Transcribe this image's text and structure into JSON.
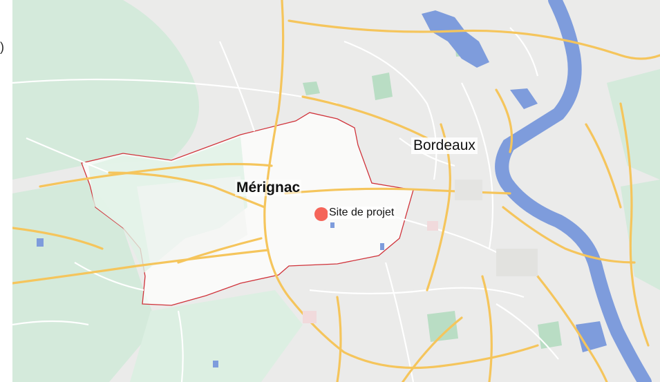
{
  "map": {
    "labels": {
      "merignac": "Mérignac",
      "bordeaux": "Bordeaux",
      "site": "Site de projet"
    },
    "edge_glyph": ")",
    "colors": {
      "land": "#ebebea",
      "green_area": "#cfe9d6",
      "dark_green": "#b9ddc4",
      "water": "#7e9cdc",
      "road_major": "#f5c55c",
      "road_minor": "#ffffff",
      "commune_boundary": "#d0323a",
      "commune_fill": "#ffffff",
      "site_marker": "#f5655a"
    }
  }
}
